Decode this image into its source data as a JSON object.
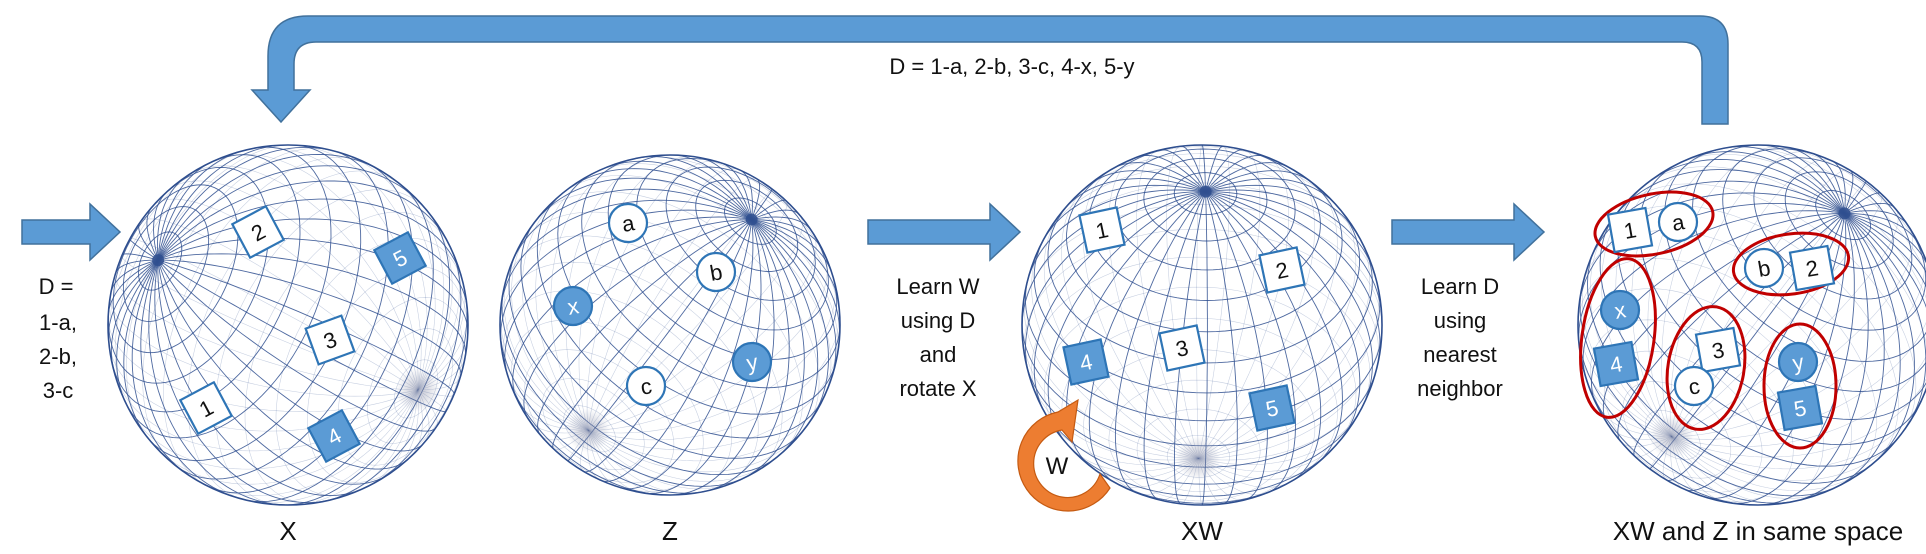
{
  "colors": {
    "arrow_fill": "#5b9bd5",
    "arrow_stroke": "#41719c",
    "globe_line": "#2f4f8f",
    "marker_fill": "#5b9bd5",
    "marker_stroke": "#2e75b6",
    "group_ring": "#c00000",
    "rotation_arrow": "#ed7d31",
    "text": "#111111"
  },
  "top_annotation": "D = 1-a, 2-b, 3-c, 4-x, 5-y",
  "left_annotation": [
    "D =",
    "1-a,",
    "2-b,",
    "3-c"
  ],
  "step1_text": [
    "Learn W",
    "using D",
    "and",
    "rotate X"
  ],
  "step2_text": [
    "Learn D",
    "using",
    "nearest",
    "neighbor"
  ],
  "rotation_label": "W",
  "spheres": [
    {
      "caption": "X",
      "markers": [
        {
          "label": "2",
          "shape": "square",
          "filled": false
        },
        {
          "label": "5",
          "shape": "square",
          "filled": true
        },
        {
          "label": "3",
          "shape": "square",
          "filled": false
        },
        {
          "label": "1",
          "shape": "square",
          "filled": false
        },
        {
          "label": "4",
          "shape": "square",
          "filled": true
        }
      ]
    },
    {
      "caption": "Z",
      "markers": [
        {
          "label": "a",
          "shape": "circle",
          "filled": false
        },
        {
          "label": "b",
          "shape": "circle",
          "filled": false
        },
        {
          "label": "x",
          "shape": "circle",
          "filled": true
        },
        {
          "label": "y",
          "shape": "circle",
          "filled": true
        },
        {
          "label": "c",
          "shape": "circle",
          "filled": false
        }
      ]
    },
    {
      "caption": "XW",
      "markers": [
        {
          "label": "1",
          "shape": "square",
          "filled": false
        },
        {
          "label": "2",
          "shape": "square",
          "filled": false
        },
        {
          "label": "3",
          "shape": "square",
          "filled": false
        },
        {
          "label": "4",
          "shape": "square",
          "filled": true
        },
        {
          "label": "5",
          "shape": "square",
          "filled": true
        }
      ]
    },
    {
      "caption": "XW and Z in same space",
      "markers": [
        {
          "label": "1",
          "shape": "square",
          "filled": false
        },
        {
          "label": "a",
          "shape": "circle",
          "filled": false
        },
        {
          "label": "b",
          "shape": "circle",
          "filled": false
        },
        {
          "label": "2",
          "shape": "square",
          "filled": false
        },
        {
          "label": "x",
          "shape": "circle",
          "filled": true
        },
        {
          "label": "4",
          "shape": "square",
          "filled": true
        },
        {
          "label": "3",
          "shape": "square",
          "filled": false
        },
        {
          "label": "c",
          "shape": "circle",
          "filled": false
        },
        {
          "label": "y",
          "shape": "circle",
          "filled": true
        },
        {
          "label": "5",
          "shape": "square",
          "filled": true
        }
      ]
    }
  ]
}
